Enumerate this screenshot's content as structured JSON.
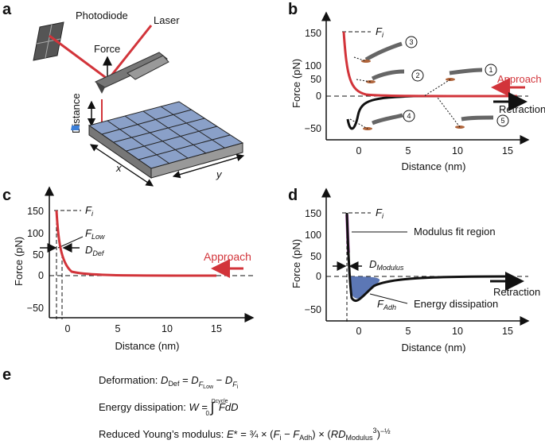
{
  "panels": {
    "a": {
      "letter": "a",
      "photodiode": "Photodiode",
      "laser": "Laser",
      "force": "Force",
      "distance": "Distance",
      "x": "x",
      "y": "y"
    },
    "b": {
      "letter": "b",
      "ylabel": "Force (pN)",
      "xlabel": "Distance (nm)",
      "fi_main": "F",
      "fi_sub": "i",
      "approach": "Approach",
      "retraction": "Retraction",
      "markers": [
        "1",
        "2",
        "3",
        "4",
        "5"
      ],
      "yticks": [
        "150",
        "100",
        "50",
        "0",
        "−50"
      ],
      "xticks": [
        "0",
        "5",
        "10",
        "15"
      ]
    },
    "c": {
      "letter": "c",
      "ylabel": "Force (pN)",
      "xlabel": "Distance (nm)",
      "fi_main": "F",
      "fi_sub": "i",
      "flow_main": "F",
      "flow_sub": "Low",
      "ddef_main": "D",
      "ddef_sub": "Def",
      "approach": "Approach",
      "yticks": [
        "150",
        "100",
        "50",
        "0",
        "−50"
      ],
      "xticks": [
        "0",
        "5",
        "10",
        "15"
      ]
    },
    "d": {
      "letter": "d",
      "ylabel": "Force (pN)",
      "xlabel": "Distance (nm)",
      "fi_main": "F",
      "fi_sub": "i",
      "modulus_fit": "Modulus fit region",
      "dmod_main": "D",
      "dmod_sub": "Modulus",
      "fadh_main": "F",
      "fadh_sub": "Adh",
      "energy": "Energy dissipation",
      "retraction": "Retraction",
      "yticks": [
        "150",
        "100",
        "50",
        "0",
        "−50"
      ],
      "xticks": [
        "0",
        "5",
        "10",
        "15"
      ]
    },
    "e": {
      "letter": "e",
      "deformation_label": "Deformation: ",
      "energy_label": "Energy dissipation: ",
      "modulus_label": "Reduced Young’s modulus: "
    }
  },
  "colors": {
    "approach": "#d2343a",
    "retraction": "#111111",
    "modulus_fit": "#c66bc6",
    "dissipation": "#3f5fa8",
    "sample": "#8aa0c8"
  }
}
